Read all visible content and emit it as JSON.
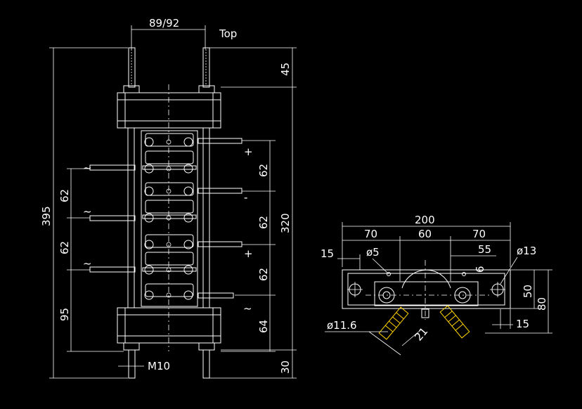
{
  "drawing": {
    "front_view": {
      "top_label": "Top",
      "width_dim": "89/92",
      "overall_height": "395",
      "stud_top": "45",
      "body_height": "320",
      "bolt": "M10",
      "stud_bottom": "30",
      "left_dims": [
        "62",
        "62",
        "95"
      ],
      "right_dims": [
        "62",
        "62",
        "62",
        "64"
      ],
      "plus": "+",
      "minus": "-",
      "ac": "~"
    },
    "side_view": {
      "overall_width": "200",
      "seg_left": "70",
      "seg_mid": "60",
      "seg_right": "70",
      "edge_offset": "15",
      "small_hole": "ø5",
      "dim_55": "55",
      "hole_13": "ø13",
      "small_6": "6",
      "height_50": "50",
      "height_80": "80",
      "edge_15": "15",
      "dia_11_6": "ø11.6",
      "dim_21": "21"
    }
  }
}
